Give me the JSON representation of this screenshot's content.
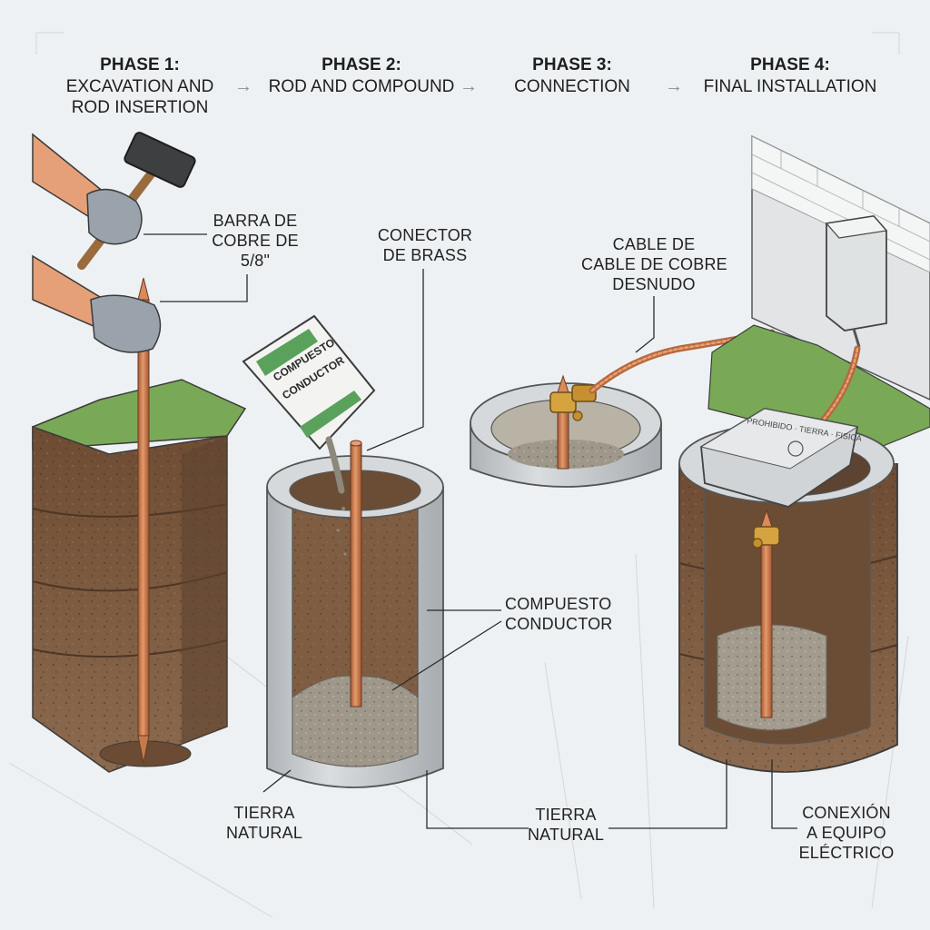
{
  "phases": [
    {
      "title": "PHASE 1:",
      "subtitle": [
        "EXCAVATION AND",
        "ROD INSERTION"
      ]
    },
    {
      "title": "PHASE 2:",
      "subtitle": [
        "ROD AND COMPOUND"
      ]
    },
    {
      "title": "PHASE 3:",
      "subtitle": [
        "CONNECTION"
      ]
    },
    {
      "title": "PHASE 4:",
      "subtitle": [
        "FINAL INSTALLATION"
      ]
    }
  ],
  "arrow_glyph": "→",
  "labels": {
    "barra": [
      "BARRA DE",
      "COBRE DE",
      "5/8\""
    ],
    "conector": [
      "CONECTOR",
      "DE BRASS"
    ],
    "cable": [
      "CABLE DE",
      "CABLE DE COBRE",
      "DESNUDO"
    ],
    "compuesto": [
      "COMPUESTO",
      "CONDUCTOR"
    ],
    "tierra_1": [
      "TIERRA",
      "NATURAL"
    ],
    "tierra_2": [
      "TIERRA",
      "NATURAL"
    ],
    "conexion": [
      "CONEXIÓN",
      "A EQUIPO",
      "ELÉCTRICO"
    ]
  },
  "bag_text": [
    "COMPUESTO",
    "CONDUCTOR"
  ],
  "cover_text": "PROHIBIDO · TIERRA · FISICA",
  "colors": {
    "copper": "#c8774a",
    "soil": "#7a5a40",
    "soil_dark": "#5b4230",
    "grass": "#6a9b45",
    "concrete": "#c9cdd0",
    "compound": "#9a9384"
  }
}
